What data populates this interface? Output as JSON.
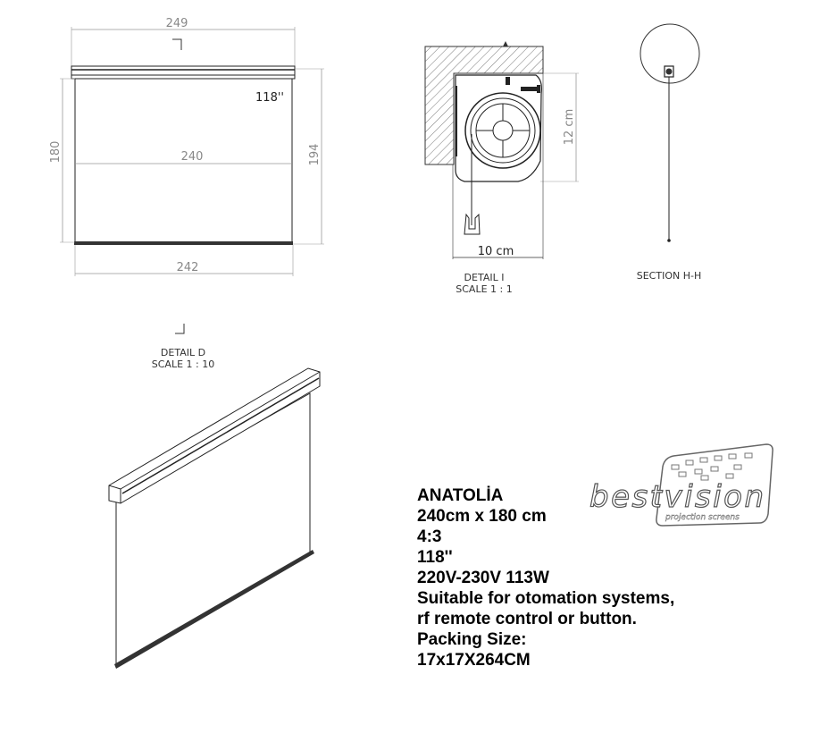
{
  "front_view": {
    "overall_width": "249",
    "screen_height": "180",
    "screen_width": "240",
    "overall_height": "194",
    "bottom_width": "242",
    "diagonal": "118''"
  },
  "detail_i": {
    "height_dim": "12 cm",
    "width_dim": "10 cm",
    "title": "DETAIL I",
    "scale": "SCALE 1 : 1"
  },
  "section_hh": {
    "title": "SECTION H-H"
  },
  "detail_d": {
    "title": "DETAIL D",
    "scale": "SCALE 1 : 10"
  },
  "logo": {
    "brand": "bestvision",
    "tagline": "projection screens"
  },
  "specs": [
    "ANATOLİA",
    "240cm x 180 cm",
    "4:3",
    "118''",
    "220V-230V 113W",
    "Suitable for otomation systems,",
    "rf remote control or button.",
    "Packing Size:",
    "17x17X264CM"
  ]
}
